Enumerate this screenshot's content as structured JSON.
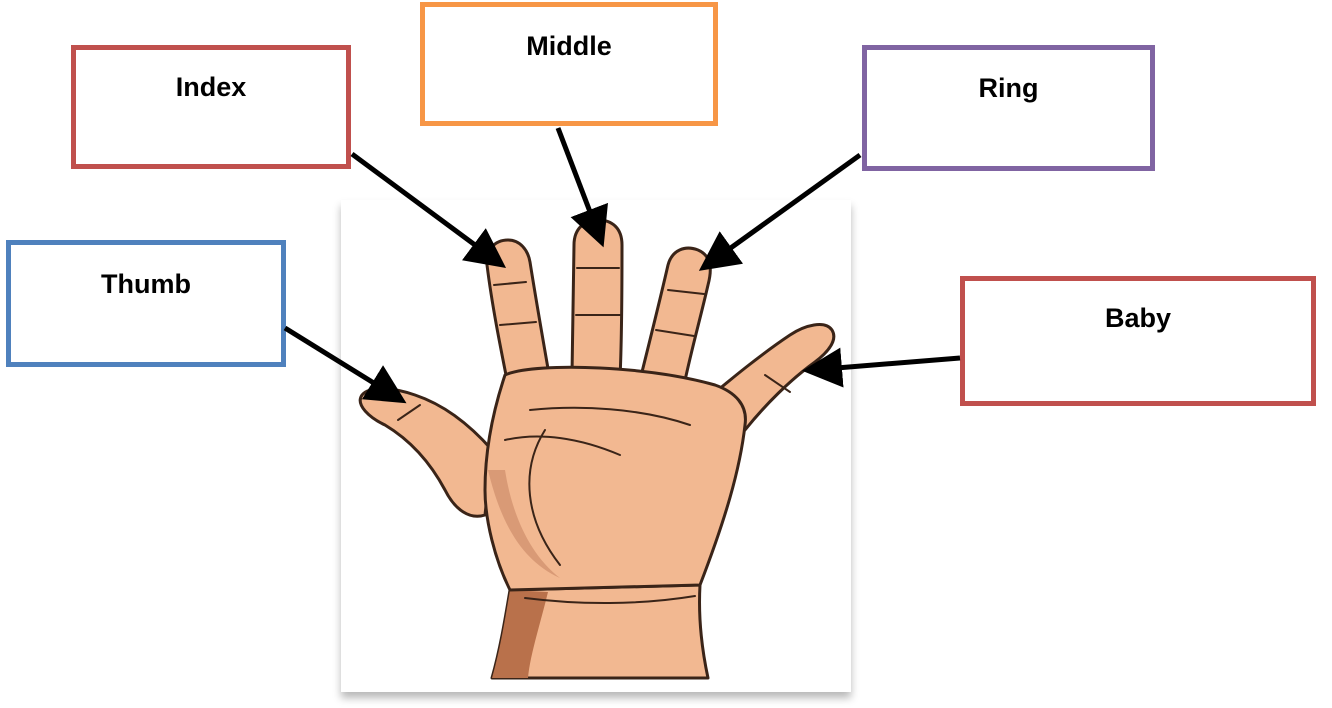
{
  "labels": {
    "index": "Index",
    "middle": "Middle",
    "ring": "Ring",
    "thumb": "Thumb",
    "baby": "Baby"
  },
  "colors": {
    "index_border": "#c0504d",
    "middle_border": "#f79646",
    "ring_border": "#8064a2",
    "thumb_border": "#4f81bd",
    "baby_border": "#c0504d",
    "skin": "#f2b891",
    "skin_shadow": "#d99a76",
    "wrist_shadow": "#b9714b",
    "outline": "#3a2418",
    "arrow": "#000000"
  },
  "icons": {
    "hand": "open-hand-palm-icon"
  }
}
